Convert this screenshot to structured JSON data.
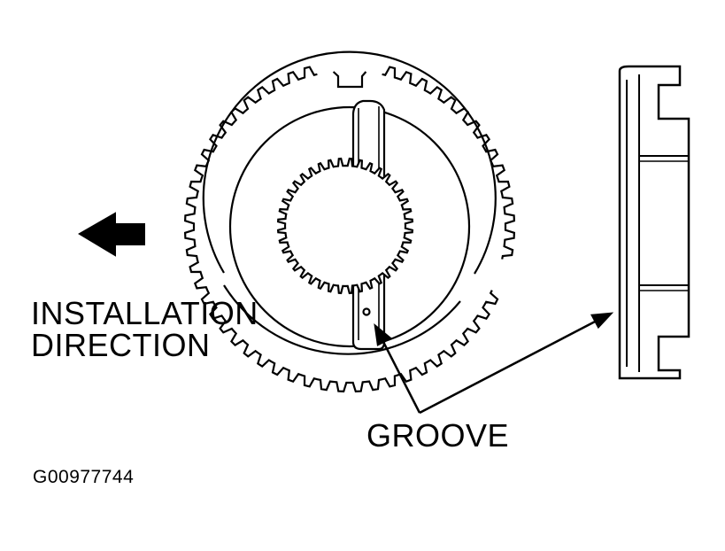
{
  "labels": {
    "installation_line1": "INSTALLATION",
    "installation_line2": "DIRECTION",
    "groove": "GROOVE",
    "figure_code": "G00977744"
  },
  "colors": {
    "ink": "#000000",
    "paper": "#ffffff"
  },
  "icons": {
    "direction_arrow": "arrow-left-icon"
  }
}
